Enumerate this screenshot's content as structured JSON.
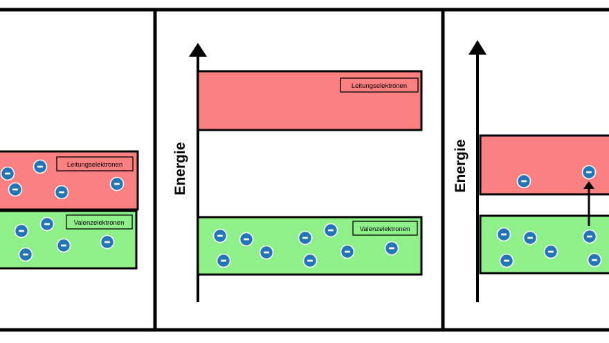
{
  "labels": {
    "conduction": "Leitungselektronen",
    "valence": "Valenzelektronen",
    "energy": "Energie"
  },
  "colors": {
    "conduction_band": "#fb8081",
    "valence_band": "#8ff08a",
    "electron": "#2475b6",
    "line": "#000000",
    "background": "#ffffff"
  },
  "icons": {
    "electron": "minus-circle-icon",
    "arrow": "arrow-up-icon"
  }
}
